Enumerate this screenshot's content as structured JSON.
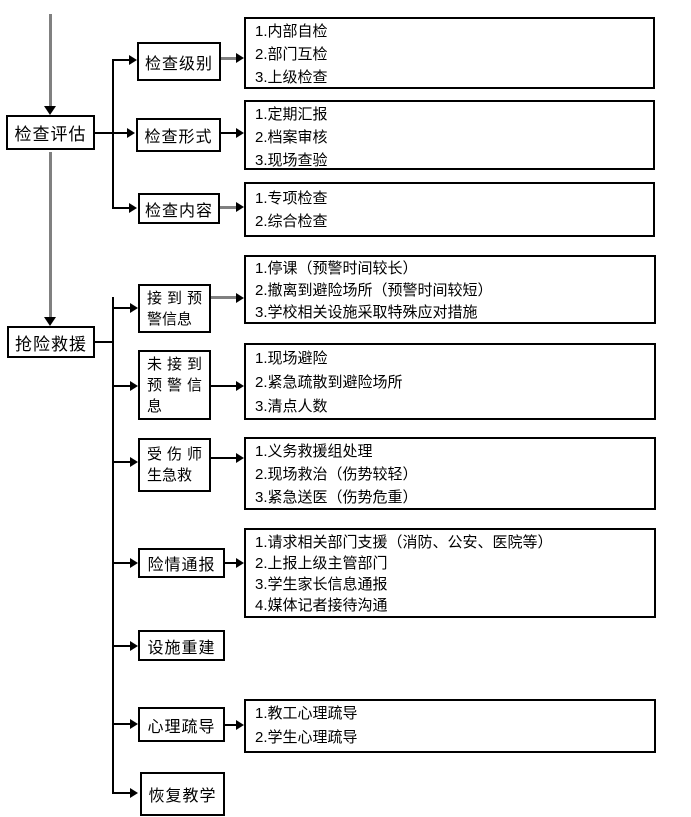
{
  "diagram": {
    "title": "school-emergency-plan-flowchart",
    "colors": {
      "background": "#ffffff",
      "box_border": "#000000",
      "text": "#000000",
      "connector_gray": "#808080",
      "connector_black": "#000000"
    },
    "stage1": {
      "label": "检查评估",
      "branches": [
        {
          "label": "检查级别",
          "items": [
            "1.内部自检",
            "2.部门互检",
            "3.上级检查"
          ]
        },
        {
          "label": "检查形式",
          "items": [
            "1.定期汇报",
            "2.档案审核",
            "3.现场查验"
          ]
        },
        {
          "label": "检查内容",
          "items": [
            "1.专项检查",
            "2.综合检查"
          ]
        }
      ]
    },
    "stage2": {
      "label": "抢险救援",
      "branches": [
        {
          "label": "接到预警信息",
          "items": [
            "1.停课（预警时间较长）",
            "2.撤离到避险场所（预警时间较短）",
            "3.学校相关设施采取特殊应对措施"
          ]
        },
        {
          "label": "未接到预警信息",
          "items": [
            "1.现场避险",
            "2.紧急疏散到避险场所",
            "3.清点人数"
          ]
        },
        {
          "label": "受伤师生急救",
          "items": [
            "1.义务救援组处理",
            "2.现场救治（伤势较轻）",
            "3.紧急送医（伤势危重）"
          ]
        },
        {
          "label": "险情通报",
          "items": [
            "1.请求相关部门支援（消防、公安、医院等）",
            "2.上报上级主管部门",
            "3.学生家长信息通报",
            "4.媒体记者接待沟通"
          ]
        },
        {
          "label": "设施重建",
          "items": []
        },
        {
          "label": "心理疏导",
          "items": [
            "1.教工心理疏导",
            "2.学生心理疏导"
          ]
        },
        {
          "label": "恢复教学",
          "items": []
        }
      ]
    }
  }
}
